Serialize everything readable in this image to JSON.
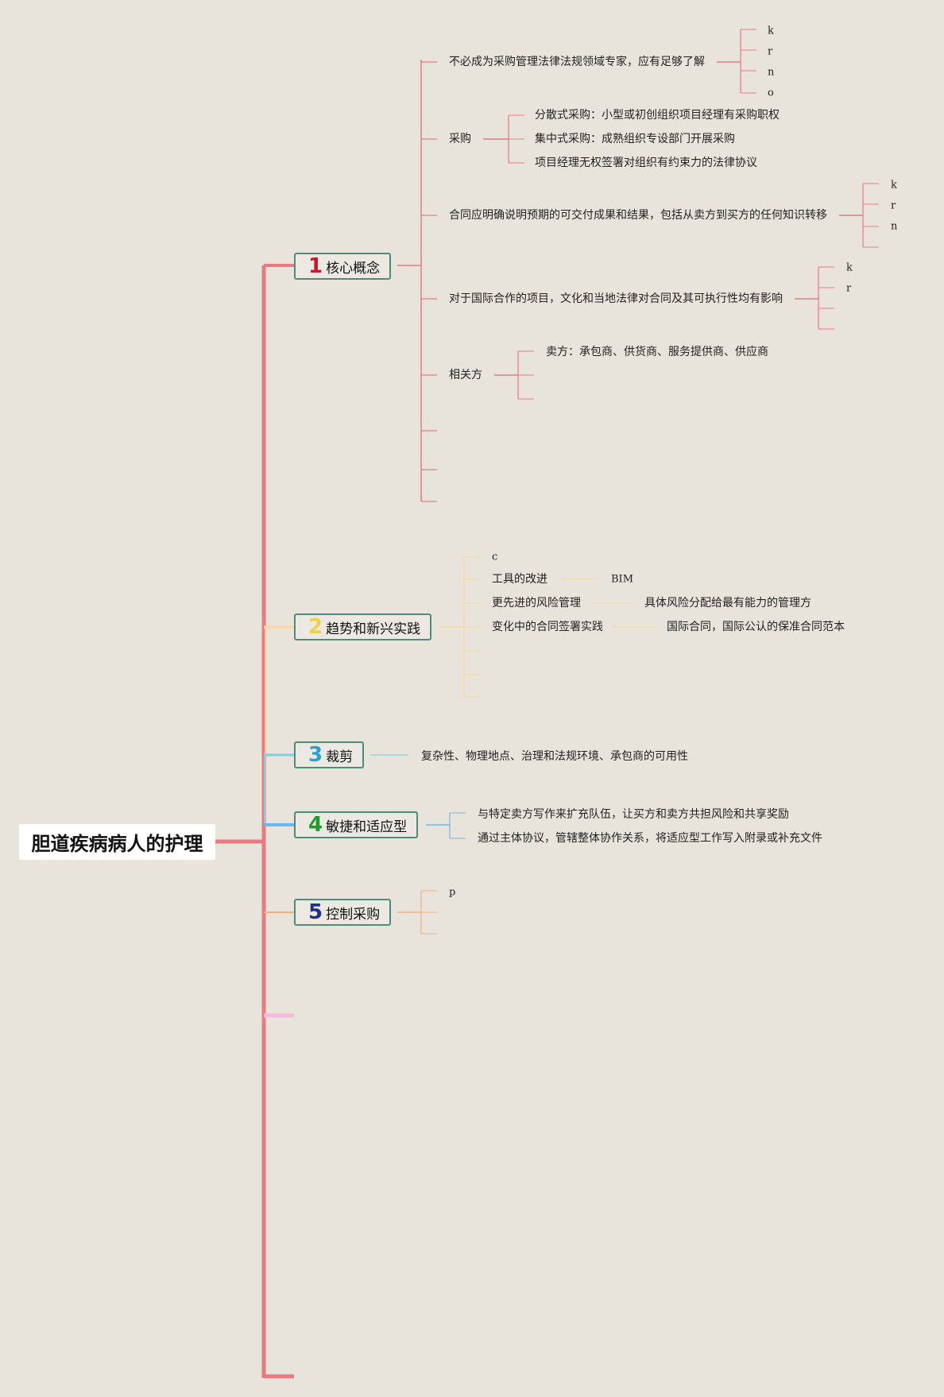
{
  "root": {
    "title": "胆道疾病病人的护理"
  },
  "topics": [
    {
      "number": "1",
      "number_color": "#c8192a",
      "label": "核心概念",
      "branch_color": "#e87a80",
      "children": [
        {
          "label": "不必成为采购管理法律法规领域专家，应有足够了解",
          "children": [
            "k",
            "r",
            "n",
            "o"
          ]
        },
        {
          "label": "采购",
          "children": [
            "分散式采购：小型或初创组织项目经理有采购职权",
            "集中式采购：成熟组织专设部门开展采购",
            "项目经理无权签署对组织有约束力的法律协议"
          ]
        },
        {
          "label": "合同应明确说明预期的可交付成果和结果，包括从卖方到买方的任何知识转移",
          "children": [
            "k",
            "r",
            "n"
          ]
        },
        {
          "label": "对于国际合作的项目，文化和当地法律对合同及其可执行性均有影响",
          "children": [
            "k",
            "r"
          ]
        },
        {
          "label": "相关方",
          "children": [
            "卖方：承包商、供货商、服务提供商、供应商"
          ]
        }
      ]
    },
    {
      "number": "2",
      "number_color": "#f2cf4a",
      "label": "趋势和新兴实践",
      "branch_color": "#f7d79a",
      "children": [
        {
          "label": "c"
        },
        {
          "label": "工具的改进",
          "children": [
            "BIM"
          ]
        },
        {
          "label": "更先进的风险管理",
          "children": [
            "具体风险分配给最有能力的管理方"
          ]
        },
        {
          "label": "变化中的合同签署实践",
          "children": [
            "国际合同，国际公认的保准合同范本"
          ]
        }
      ]
    },
    {
      "number": "3",
      "number_color": "#2aa0d8",
      "label": "裁剪",
      "branch_color": "#7fd0e0",
      "children": [
        {
          "label": "复杂性、物理地点、治理和法规环境、承包商的可用性"
        }
      ]
    },
    {
      "number": "4",
      "number_color": "#1f9a2e",
      "label": "敏捷和适应型",
      "branch_color": "#6fb6e8",
      "children": [
        {
          "label": "与特定卖方写作来扩充队伍，让买方和卖方共担风险和共享奖励"
        },
        {
          "label": "通过主体协议，管辖整体协作关系，将适应型工作写入附录或补充文件"
        }
      ]
    },
    {
      "number": "5",
      "number_color": "#1f2f8a",
      "label": "控制采购",
      "branch_color": "#f0b080",
      "children": [
        {
          "label": "p"
        }
      ]
    }
  ]
}
